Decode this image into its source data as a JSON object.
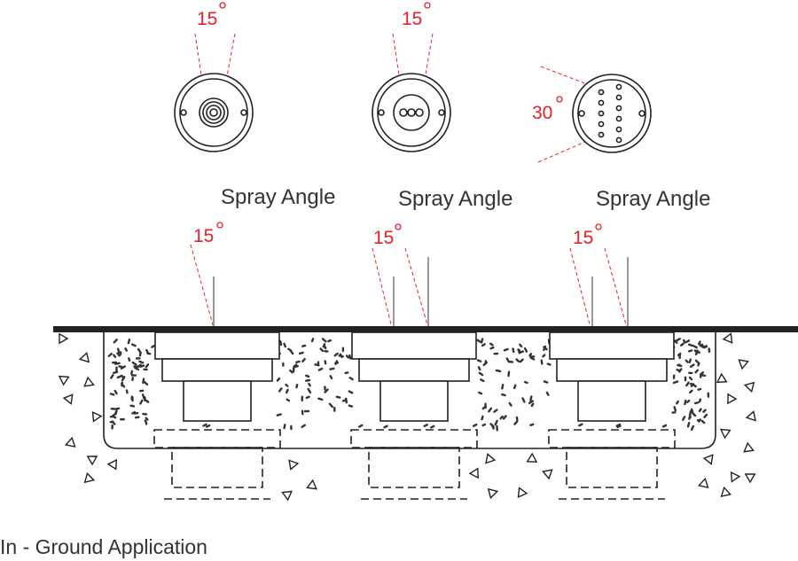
{
  "nozzles": [
    {
      "name": "single-jet",
      "spray_angle": "15",
      "label": "Spray Angle"
    },
    {
      "name": "triple-jet",
      "spray_angle": "15",
      "label": "Spray Angle"
    },
    {
      "name": "multi-jet",
      "spray_angle": "30",
      "label": "Spray Angle"
    }
  ],
  "section": {
    "angles": [
      "15",
      "15",
      "15"
    ]
  },
  "caption": "In - Ground Application",
  "colors": {
    "angle": "#e8202a",
    "ink": "#222222",
    "jet": "#9a9a9a"
  }
}
